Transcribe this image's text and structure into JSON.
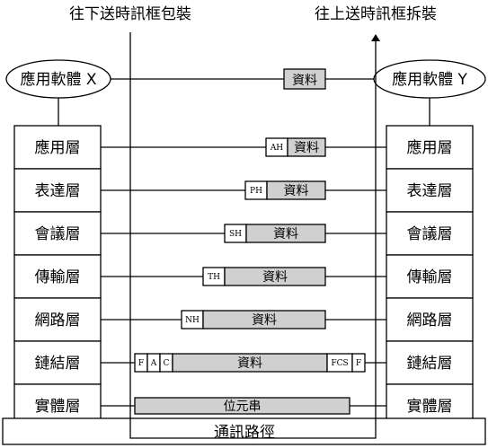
{
  "top_labels": {
    "encapsulate": "往下送時訊框包裝",
    "decapsulate": "往上送時訊框拆裝"
  },
  "apps": {
    "left": "應用軟體 X",
    "right": "應用軟體 Y",
    "data": "資料"
  },
  "layers": [
    {
      "name": "應用層",
      "headers": [
        "AH"
      ],
      "payload": "資料",
      "trailers": []
    },
    {
      "name": "表達層",
      "headers": [
        "PH"
      ],
      "payload": "資料",
      "trailers": []
    },
    {
      "name": "會議層",
      "headers": [
        "SH"
      ],
      "payload": "資料",
      "trailers": []
    },
    {
      "name": "傳輸層",
      "headers": [
        "TH"
      ],
      "payload": "資料",
      "trailers": []
    },
    {
      "name": "網路層",
      "headers": [
        "NH"
      ],
      "payload": "資料",
      "trailers": []
    },
    {
      "name": "鏈結層",
      "headers": [
        "F",
        "A",
        "C"
      ],
      "payload": "資料",
      "trailers": [
        "FCS",
        "F"
      ]
    },
    {
      "name": "實體層",
      "headers": [],
      "payload": "位元串",
      "trailers": []
    }
  ],
  "medium": "通訊路徑",
  "colors": {
    "payload_fill": "#d0d0d0",
    "stroke": "#000000"
  }
}
